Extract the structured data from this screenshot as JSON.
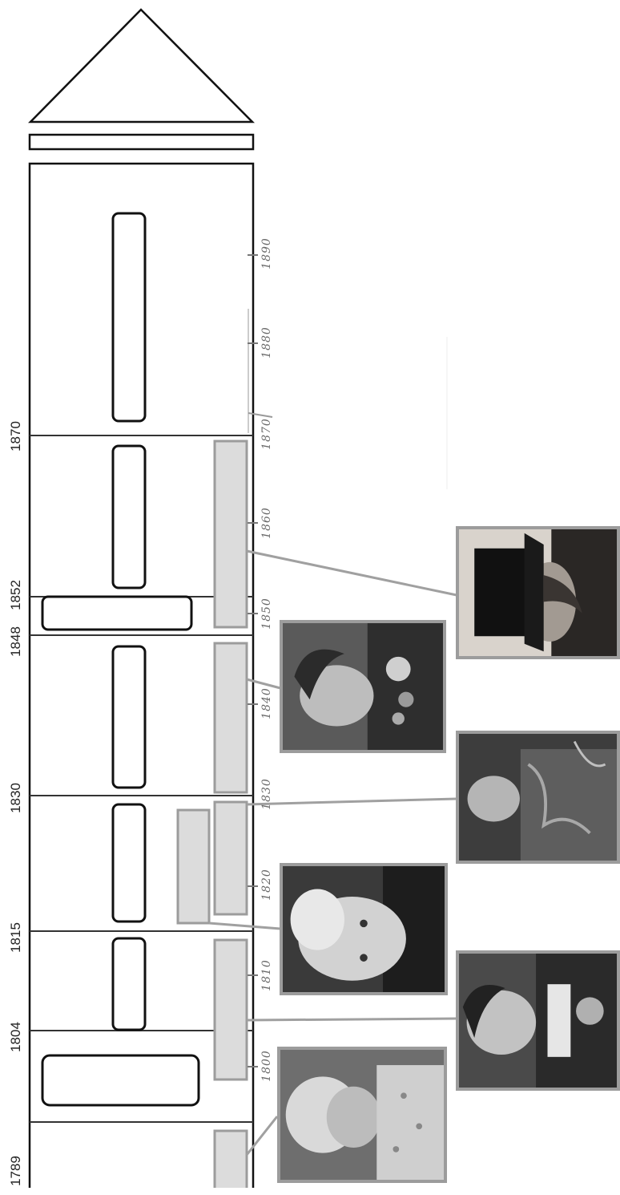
{
  "period_boundaries": [
    "1789",
    "1804",
    "1815",
    "1830",
    "1848",
    "1852",
    "1870"
  ],
  "axis_ticks": [
    "1800",
    "1810",
    "1820",
    "1830",
    "1840",
    "1850",
    "1860",
    "1870",
    "1880",
    "1890"
  ],
  "answer_boxes": 8,
  "portraits": [
    {
      "id": "portrait-1",
      "icon": "portrait-powdered-wig-icon"
    },
    {
      "id": "portrait-2",
      "icon": "portrait-military-uniform-icon"
    },
    {
      "id": "portrait-3",
      "icon": "portrait-elderly-man-icon"
    },
    {
      "id": "portrait-4",
      "icon": "portrait-embroidered-uniform-icon"
    },
    {
      "id": "portrait-5",
      "icon": "portrait-decorated-officer-icon"
    },
    {
      "id": "portrait-6",
      "icon": "portrait-top-hat-icon"
    }
  ],
  "colors": {
    "outline": "#111111",
    "bar_fill": "#dcdcdc",
    "bar_stroke": "#9c9c9c",
    "axis_text": "#6a6a6a"
  }
}
